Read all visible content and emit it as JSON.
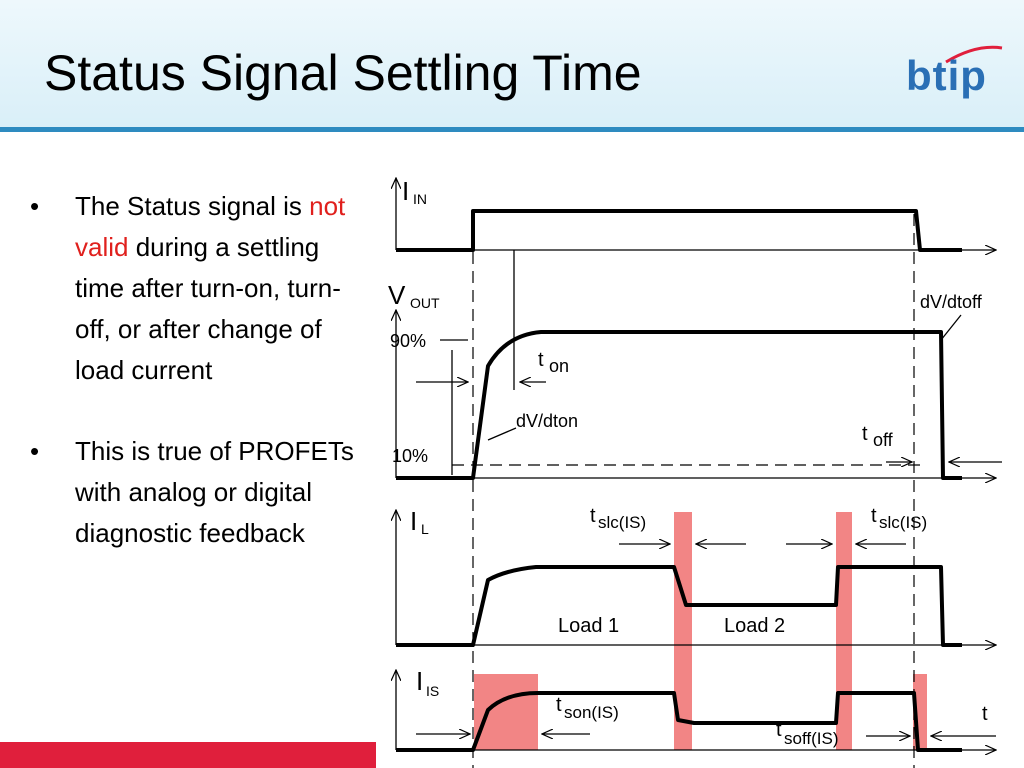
{
  "slide": {
    "title": "Status Signal Settling Time",
    "logo_text": "btip"
  },
  "bullets": [
    {
      "marker": "•",
      "text_before": "The Status signal is ",
      "highlight": "not valid",
      "text_after": " during a settling time after turn-on, turn-off, or after change of load current"
    },
    {
      "marker": "•",
      "text": "This is true of PROFETs with analog or digital diagnostic feedback"
    }
  ],
  "diagram": {
    "labels": {
      "i_in": "I",
      "i_in_sub": "IN",
      "v_out": "V",
      "v_out_sub": "OUT",
      "dv_dtoff": "dV/dtoff",
      "p90": "90%",
      "t_on": "t",
      "t_on_sub": "on",
      "dv_dton": "dV/dton",
      "p10": "10%",
      "t_off": "t",
      "t_off_sub": "off",
      "i_l": "I",
      "i_l_sub": "L",
      "tslc1": "t",
      "tslc1_sub": "slc(IS)",
      "tslc2": "t",
      "tslc2_sub": "slc(IS)",
      "load1": "Load 1",
      "load2": "Load 2",
      "i_is": "I",
      "i_is_sub": "IS",
      "tson": "t",
      "tson_sub": "son(IS)",
      "tsoff": "t",
      "tsoff_sub": "soff(IS)",
      "t_axis": "t"
    },
    "colors": {
      "highlight": "#f07070",
      "waveform": "#000000",
      "accent": "#e0201d"
    }
  }
}
